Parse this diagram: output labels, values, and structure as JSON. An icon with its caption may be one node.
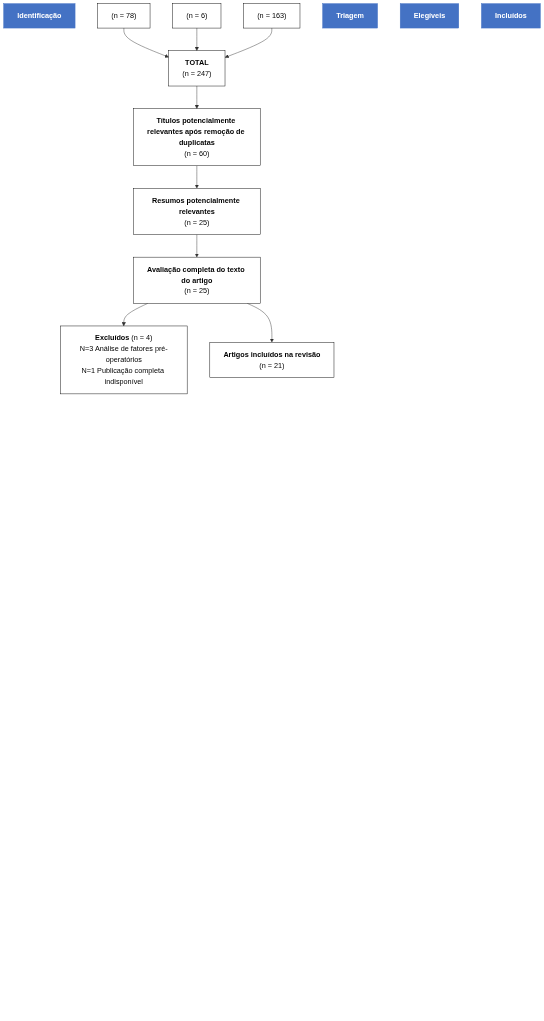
{
  "diagram": {
    "nodes": [
      {
        "text": [
          "Identificação"
        ]
      },
      {
        "text": [
          "(n = 78)"
        ]
      },
      {
        "text": [
          "(n = 6)"
        ]
      },
      {
        "text": [
          "(n = 163)"
        ]
      },
      {
        "text": [
          "TOTAL",
          "(n = 247)"
        ]
      },
      {
        "text": [
          "Triagem"
        ]
      },
      {
        "text": [
          "Títulos potencialmente relevantes após remoção de duplicatas",
          "(n = 60)"
        ]
      },
      {
        "text": [
          "Resumos potencialmente relevantes",
          "(n = 25)"
        ]
      },
      {
        "text": [
          "Elegíveis"
        ]
      },
      {
        "text": [
          "Avaliação completa do texto do artigo",
          "(n = 25)"
        ]
      },
      {
        "text": [
          "**Excluídos** (n = 4)",
          "N=3 Análise de fatores pré-operatórios",
          "N=1 Publicação completa indisponível"
        ]
      },
      {
        "text": [
          "Incluídos"
        ]
      },
      {
        "text": [
          "Artigos incluídos na revisão",
          "(n = 21)"
        ]
      }
    ],
    "edges": [
      {
        "from": 1,
        "to": 4,
        "arrow": "to"
      },
      {
        "from": 2,
        "to": 4,
        "arrow": "to"
      },
      {
        "from": 3,
        "to": 4,
        "arrow": "to"
      },
      {
        "from": 4,
        "to": 6,
        "arrow": "to"
      },
      {
        "from": 6,
        "to": 7,
        "arrow": "to"
      },
      {
        "from": 7,
        "to": 9,
        "arrow": "to"
      },
      {
        "from": 9,
        "to": 10,
        "arrow": "to"
      },
      {
        "from": 9,
        "to": 12,
        "arrow": "to"
      }
    ]
  }
}
